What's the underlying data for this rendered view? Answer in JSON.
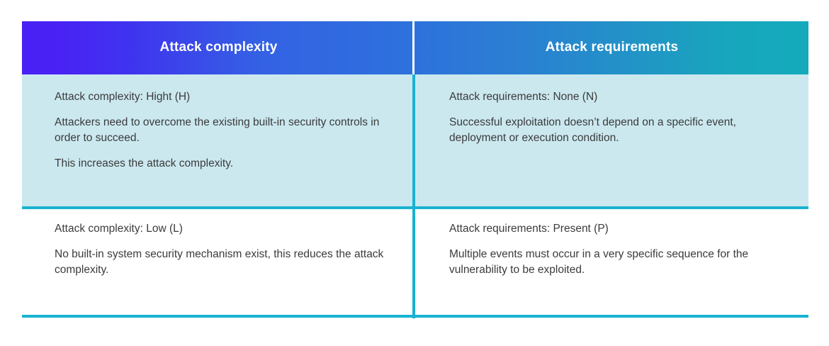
{
  "table": {
    "columns": [
      {
        "id": "attack-complexity",
        "header": "Attack complexity"
      },
      {
        "id": "attack-requirements",
        "header": "Attack requirements"
      }
    ],
    "rows": [
      {
        "id": "row-high",
        "cells": [
          {
            "title": "Attack complexity: Hight (H)",
            "paragraphs": [
              "Attackers need to overcome the existing built-in security controls in order to succeed.",
              "This increases the attack complexity."
            ]
          },
          {
            "title": "Attack requirements: None (N)",
            "paragraphs": [
              "Successful exploitation doesn’t depend on a specific event, deployment or execution condition."
            ]
          }
        ]
      },
      {
        "id": "row-low",
        "cells": [
          {
            "title": "Attack complexity: Low (L)",
            "paragraphs": [
              "No built-in system security mechanism exist, this reduces the attack complexity."
            ]
          },
          {
            "title": "Attack requirements: Present (P)",
            "paragraphs": [
              "Multiple events must occur in a very specific sequence for the vulnerability to be exploited."
            ]
          }
        ]
      }
    ]
  },
  "colors": {
    "header_gradient_start": "#4a21f4",
    "header_gradient_mid": "#2d72dc",
    "header_gradient_end": "#14aabb",
    "row_shaded_background": "#cbe8ef",
    "row_plain_background": "#ffffff",
    "rule": "#19b2d1",
    "header_text": "#ffffff",
    "body_text": "#3b3b3b",
    "page_background": "#ffffff"
  }
}
